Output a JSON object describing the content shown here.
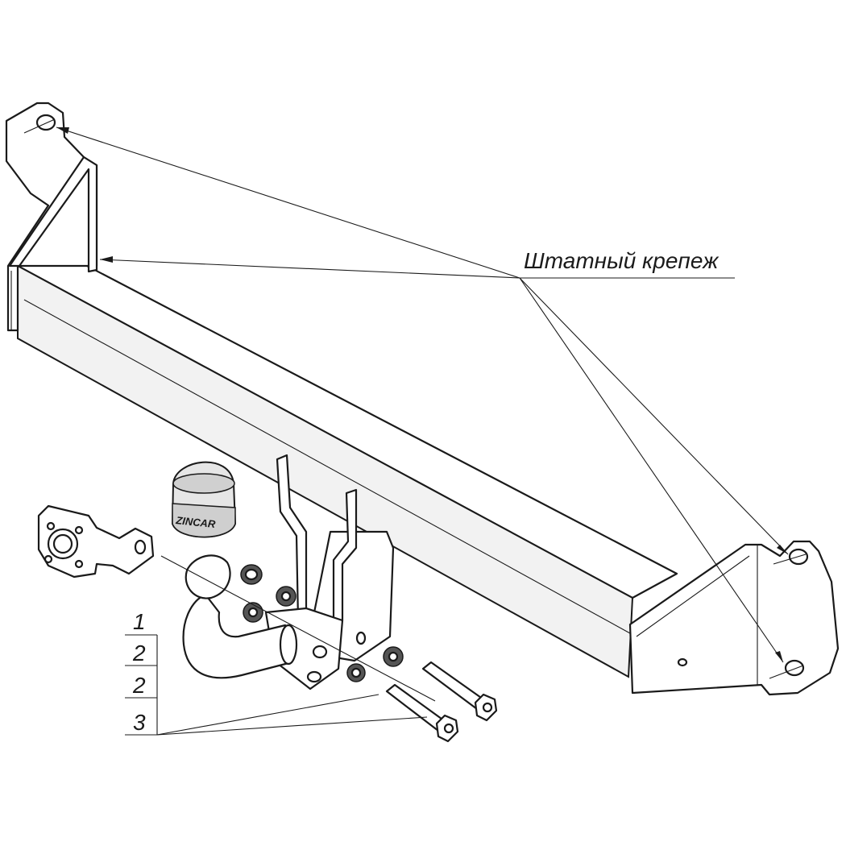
{
  "diagram": {
    "callout_label": "Штатный крепеж",
    "socket_brand": "ZINCAR",
    "part_numbers": [
      "1",
      "2",
      "2",
      "3"
    ]
  }
}
